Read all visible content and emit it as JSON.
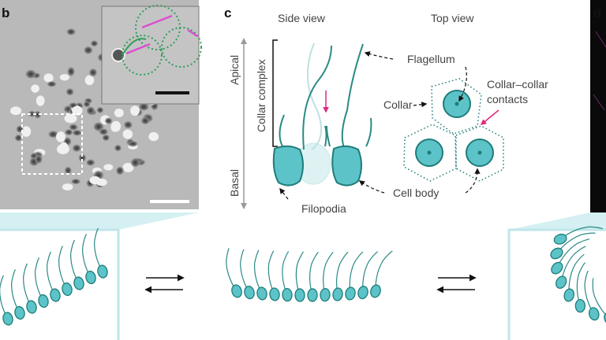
{
  "panels": {
    "b": "b",
    "c": "c",
    "d": "d"
  },
  "panel_c": {
    "side_view": "Side view",
    "top_view": "Top view",
    "apical": "Apical",
    "basal": "Basal",
    "collar_complex": "Collar complex",
    "flagellum": "Flagellum",
    "collar": "Collar",
    "collar_contacts_line1": "Collar–collar",
    "collar_contacts_line2": "contacts",
    "cell_body": "Cell body",
    "filopodia": "Filopodia"
  },
  "colors": {
    "cell": "#5cc3c8",
    "outline": "#1e7c7a",
    "magenta": "#e0287f",
    "strip": "#d4f0f3"
  }
}
